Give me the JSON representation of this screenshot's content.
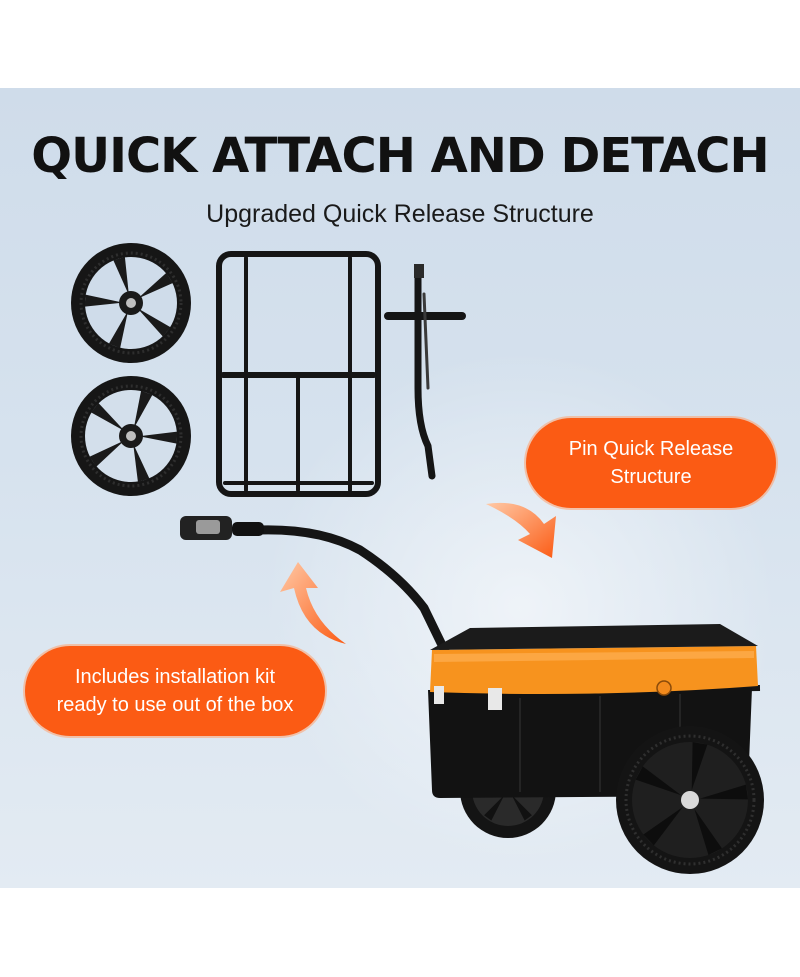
{
  "headline": "QUICK ATTACH AND DETACH",
  "subheadline": "Upgraded Quick Release Structure",
  "callouts": {
    "pin_release": {
      "line1": "Pin Quick Release",
      "line2": "Structure"
    },
    "installation_kit": {
      "line1": "Includes installation kit",
      "line2": "ready to use out of the box"
    }
  },
  "colors": {
    "accent_orange": "#fb5b14",
    "background_blue": "#d6e2ee",
    "product_black": "#151515",
    "cover_orange": "#f7931e"
  },
  "icons": [
    "wheel-icon",
    "rack-frame-icon",
    "hitch-arm-icon",
    "trailer-icon",
    "curved-arrow-icon"
  ]
}
